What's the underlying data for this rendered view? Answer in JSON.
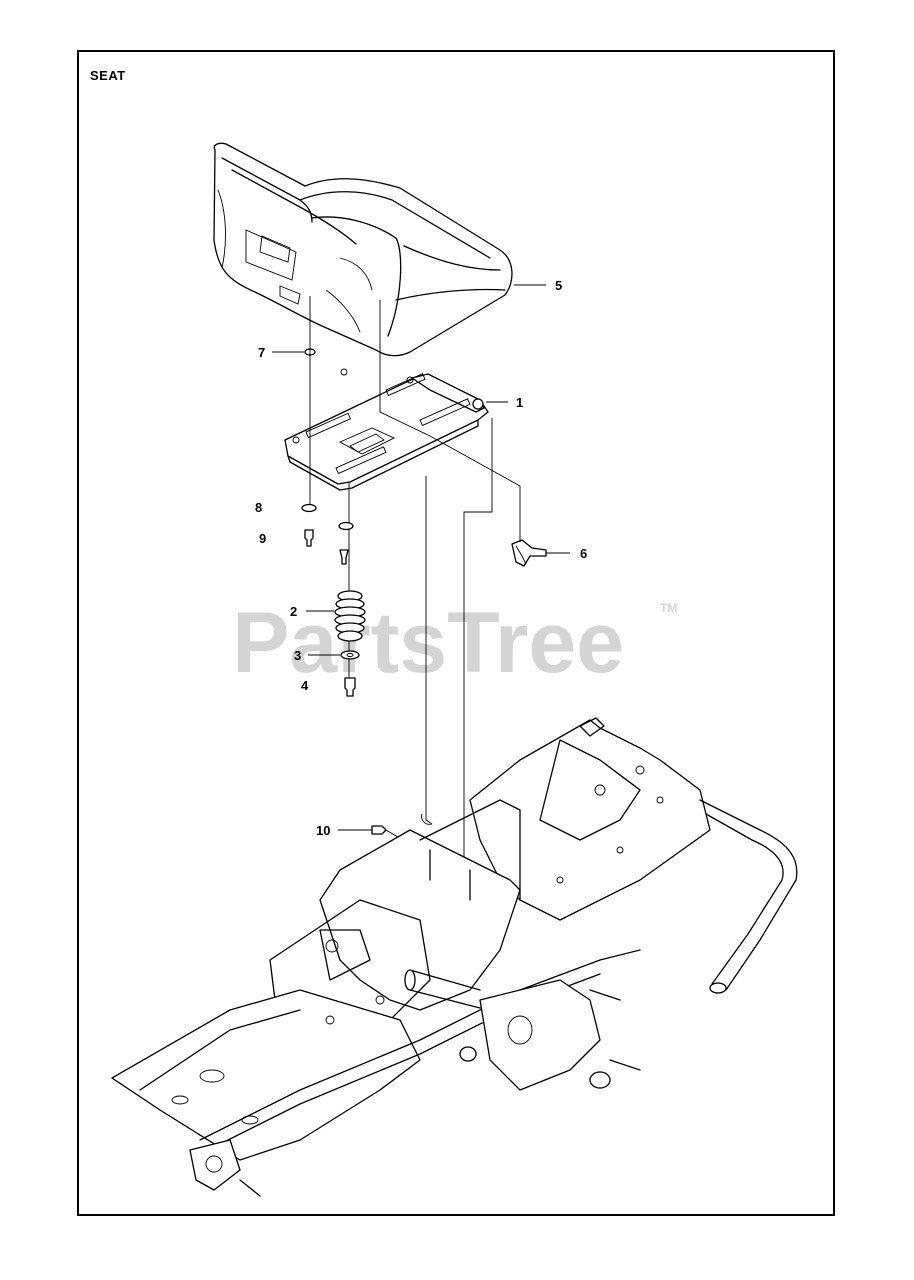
{
  "title": "SEAT",
  "watermark": {
    "text": "PartsTree",
    "tm": "TM"
  },
  "callouts": [
    {
      "id": "1",
      "label": "1"
    },
    {
      "id": "2",
      "label": "2"
    },
    {
      "id": "3",
      "label": "3"
    },
    {
      "id": "4",
      "label": "4"
    },
    {
      "id": "5",
      "label": "5"
    },
    {
      "id": "6",
      "label": "6"
    },
    {
      "id": "7",
      "label": "7"
    },
    {
      "id": "8",
      "label": "8"
    },
    {
      "id": "9",
      "label": "9"
    },
    {
      "id": "10",
      "label": "10"
    }
  ]
}
